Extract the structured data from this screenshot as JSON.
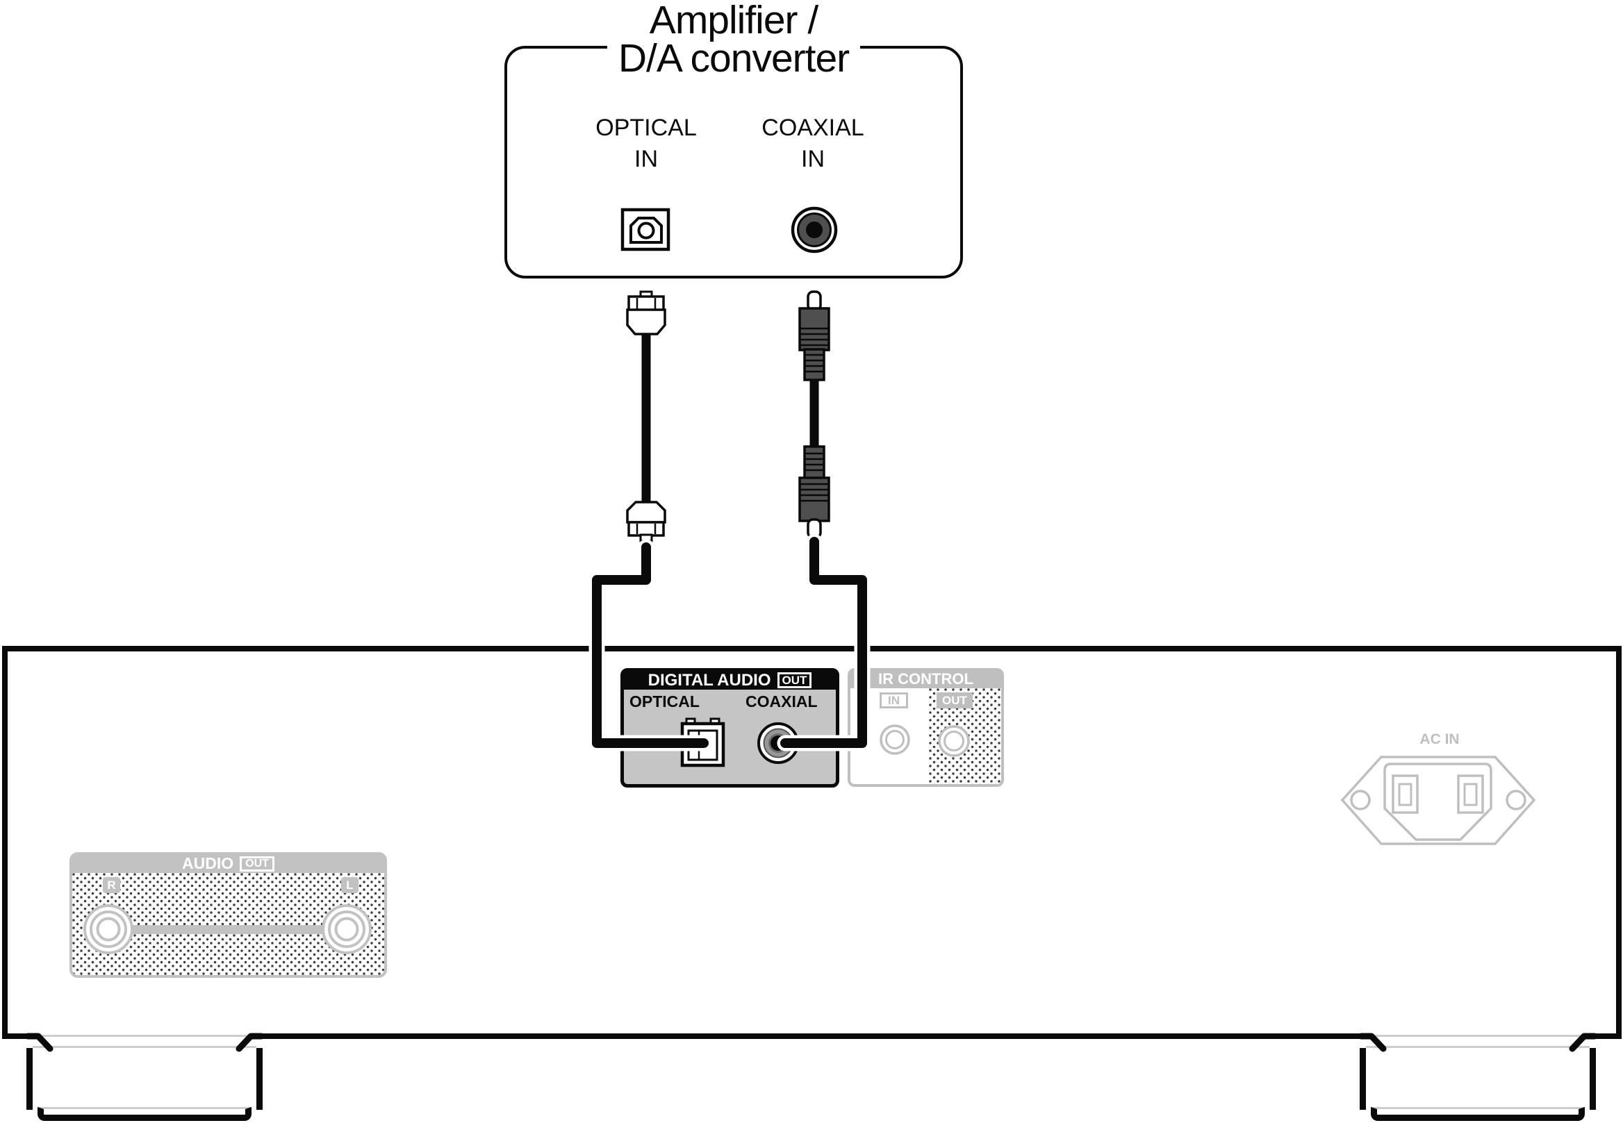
{
  "colors": {
    "ink": "#0a0a0a",
    "panel_gray": "#c5c5c5",
    "light_gray": "#bfbfbf",
    "header_gray": "#c2c2c2",
    "connector_gray": "#4f4f4f",
    "dot_gray": "#3d3d3d",
    "white": "#ffffff"
  },
  "amplifier_box": {
    "title": "Amplifier /\nD/A converter",
    "optical_label": "OPTICAL\nIN",
    "coaxial_label": "COAXIAL\nIN"
  },
  "rear_panel": {
    "digital_audio": {
      "header": "DIGITAL AUDIO",
      "badge": "OUT",
      "optical_label": "OPTICAL",
      "coaxial_label": "COAXIAL"
    },
    "ir_control": {
      "header": "IR CONTROL",
      "in_badge": "IN",
      "out_badge": "OUT"
    },
    "ac_in_label": "AC IN",
    "audio_out": {
      "header": "AUDIO",
      "badge": "OUT",
      "right_label": "R",
      "left_label": "L"
    }
  }
}
